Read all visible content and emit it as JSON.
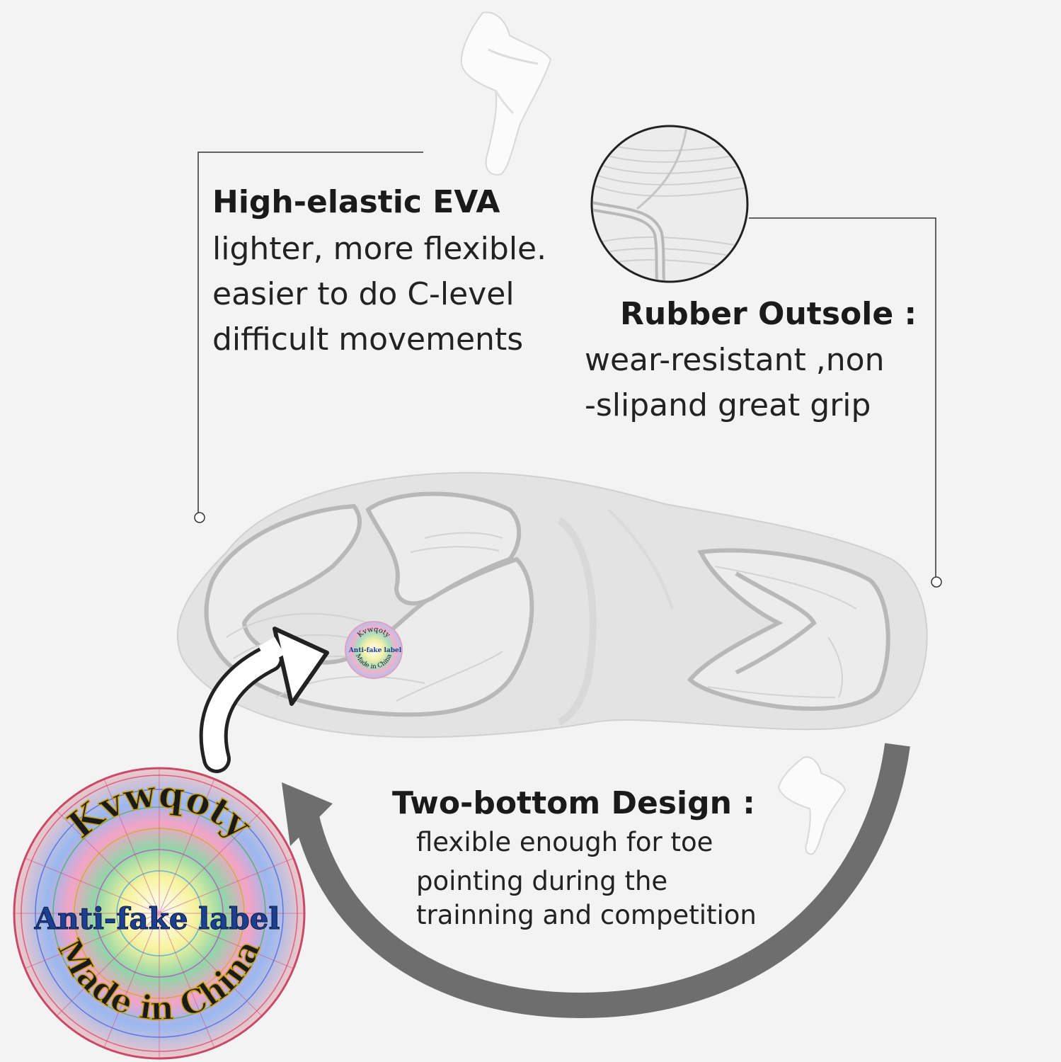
{
  "callouts": {
    "eva": {
      "title": "High-elastic EVA",
      "lines": [
        "lighter, more flexible.",
        "easier to do C-level",
        "difficult movements"
      ]
    },
    "outsole": {
      "title": "Rubber Outsole :",
      "lines": [
        "wear-resistant ,non",
        "-slipand great grip"
      ]
    },
    "design": {
      "title": "Two-bottom Design :",
      "lines": [
        "flexible enough for toe",
        "pointing during the",
        "trainning and competition"
      ]
    }
  },
  "label": {
    "brand": "Kvwqoty",
    "middle": "Anti-fake label",
    "bottom": "Made in China"
  },
  "colors": {
    "background": "#f3f3f3",
    "sole": "#e4e4e4",
    "tread_line": "#b8b8b8",
    "arrow_gray": "#6e6e6e",
    "label_blue": "#1d3f8f",
    "label_gold": "#c8a000"
  }
}
